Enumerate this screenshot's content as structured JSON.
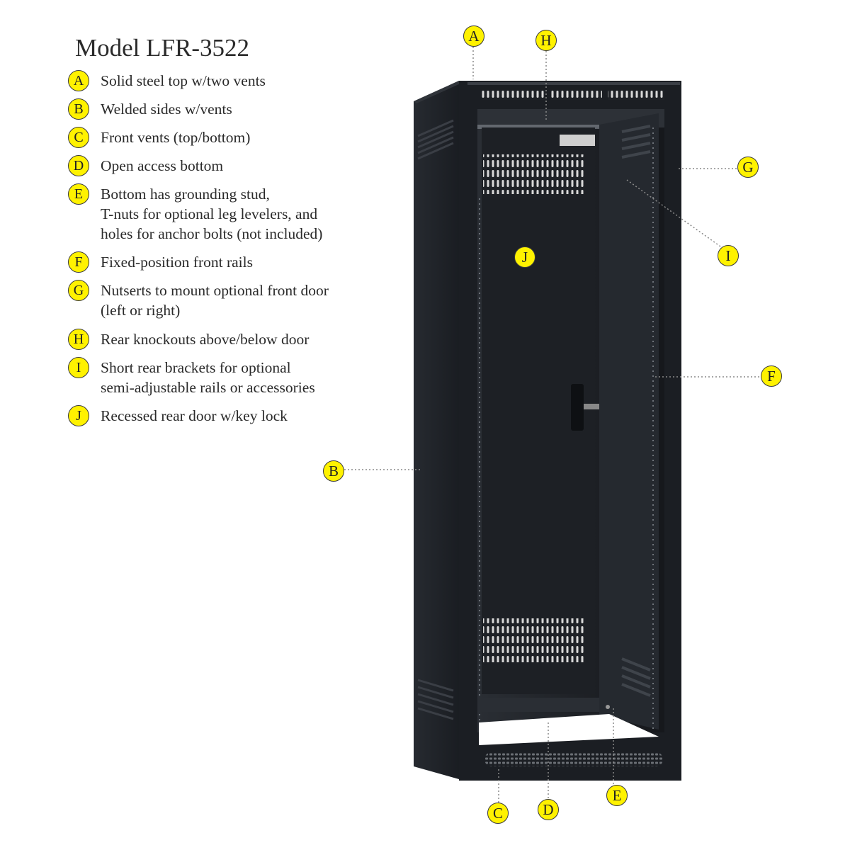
{
  "title": "Model LFR-3522",
  "legend": [
    {
      "letter": "A",
      "lines": [
        "Solid steel top w/two vents"
      ]
    },
    {
      "letter": "B",
      "lines": [
        "Welded sides w/vents"
      ]
    },
    {
      "letter": "C",
      "lines": [
        "Front vents (top/bottom)"
      ]
    },
    {
      "letter": "D",
      "lines": [
        "Open access bottom"
      ]
    },
    {
      "letter": "E",
      "lines": [
        "Bottom has grounding stud,",
        "T-nuts for optional leg levelers, and",
        "holes for anchor bolts (not included)"
      ]
    },
    {
      "letter": "F",
      "lines": [
        "Fixed-position front rails"
      ]
    },
    {
      "letter": "G",
      "lines": [
        "Nutserts to mount optional front door",
        "(left or right)"
      ]
    },
    {
      "letter": "H",
      "lines": [
        "Rear knockouts above/below door"
      ]
    },
    {
      "letter": "I",
      "lines": [
        "Short rear brackets for optional",
        "semi-adjustable rails or accessories"
      ]
    },
    {
      "letter": "J",
      "lines": [
        "Recessed rear door w/key lock"
      ]
    }
  ],
  "callouts": [
    "A",
    "H",
    "G",
    "I",
    "J",
    "F",
    "B",
    "C",
    "D",
    "E"
  ],
  "colors": {
    "badge": "#fff200",
    "cabinet": "#1c1f24",
    "leader": "#8a8a8a"
  }
}
